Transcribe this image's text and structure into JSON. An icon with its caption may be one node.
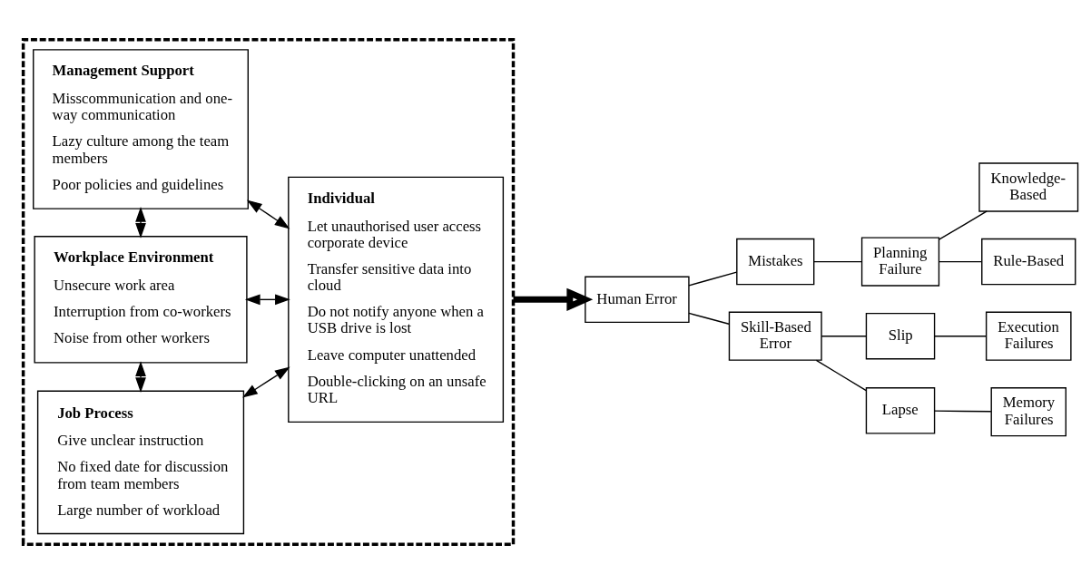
{
  "diagram": {
    "nodes": [
      {
        "text": [],
        "shape": "box"
      },
      {
        "text": [
          "Job Process",
          "Give unclear instruction",
          "No fixed date for discussion from team members",
          "Large number of workload"
        ],
        "in": 0
      },
      {
        "text": [
          "Workplace Environment",
          "Unsecure work area",
          "Interruption from co-workers",
          "Noise from other workers"
        ],
        "in": 0
      },
      {
        "text": [
          "Management Support",
          "Misscommunication and one-way communication",
          "Lazy culture among the team members",
          "Poor policies and guidelines"
        ],
        "in": 0
      },
      {
        "text": [
          "Individual",
          "Let unauthorised user access corporate device",
          "Transfer sensitive data into cloud",
          "Do not notify anyone when a USB drive is lost",
          "Leave computer unattended",
          "Double-clicking on an unsafe URL"
        ],
        "in": 0
      },
      {
        "text": [
          "Human Error"
        ]
      },
      {
        "text": [
          "Mistakes"
        ]
      },
      {
        "text": [
          "Skill-Based Error"
        ]
      },
      {
        "text": [
          "Planning Failure"
        ]
      },
      {
        "text": [
          "Knowledge-Based"
        ]
      },
      {
        "text": [
          "Rule-Based"
        ]
      },
      {
        "text": [
          "Slip"
        ]
      },
      {
        "text": [
          "Lapse"
        ]
      },
      {
        "text": [
          "Execution Failures"
        ]
      },
      {
        "text": [
          "Memory Failures"
        ]
      }
    ],
    "edges": [
      {
        "from": 1,
        "to": 2,
        "arrow": "both"
      },
      {
        "from": 2,
        "to": 3,
        "arrow": "both"
      },
      {
        "from": 1,
        "to": 4,
        "arrow": "both"
      },
      {
        "from": 2,
        "to": 4,
        "arrow": "both"
      },
      {
        "from": 3,
        "to": 4,
        "arrow": "both"
      },
      {
        "from": 0,
        "to": 5,
        "arrow": "to",
        "style": "thick"
      },
      {
        "from": 5,
        "to": 6,
        "arrow": "none"
      },
      {
        "from": 5,
        "to": 7,
        "arrow": "none"
      },
      {
        "from": 6,
        "to": 8,
        "arrow": "none"
      },
      {
        "from": 8,
        "to": 9,
        "arrow": "none"
      },
      {
        "from": 8,
        "to": 10,
        "arrow": "none"
      },
      {
        "from": 7,
        "to": 11,
        "arrow": "none"
      },
      {
        "from": 7,
        "to": 12,
        "arrow": "none"
      },
      {
        "from": 11,
        "to": 13,
        "arrow": "none"
      },
      {
        "from": 12,
        "to": 14,
        "arrow": "none"
      }
    ]
  }
}
